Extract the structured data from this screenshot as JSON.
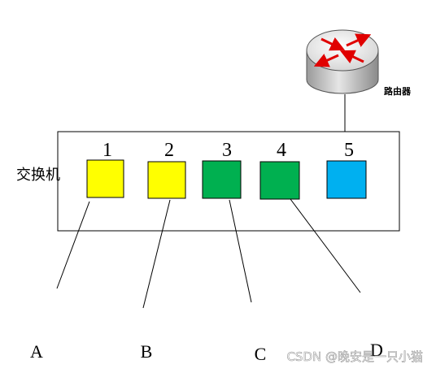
{
  "router": {
    "label": "路由器"
  },
  "switch": {
    "label": "交换机",
    "ports": [
      {
        "label": "1",
        "color": "#ffff00"
      },
      {
        "label": "2",
        "color": "#ffff00"
      },
      {
        "label": "3",
        "color": "#00b050"
      },
      {
        "label": "4",
        "color": "#00b050"
      },
      {
        "label": "5",
        "color": "#00b0f0"
      }
    ]
  },
  "computers": [
    {
      "label": "A"
    },
    {
      "label": "B"
    },
    {
      "label": "C"
    },
    {
      "label": "D"
    }
  ],
  "watermark": "CSDN @晚安是一只小猫"
}
